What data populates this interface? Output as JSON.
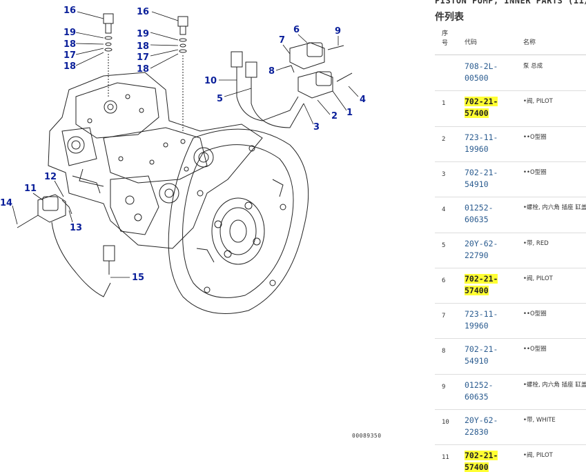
{
  "panel": {
    "title": "PISTON PUMP, INNER PARTS (11/",
    "subtitle": "件列表",
    "headers": {
      "no": "序\n号",
      "code": "代码",
      "name": "名称"
    },
    "rows": [
      {
        "no": "",
        "code_a": "708-2L-",
        "code_b": "00500",
        "name": "泵 总成",
        "highlight": false
      },
      {
        "no": "1",
        "code_a": "702-21-",
        "code_b": "57400",
        "name": "•阀, PILOT",
        "highlight": true
      },
      {
        "no": "2",
        "code_a": "723-11-",
        "code_b": "19960",
        "name": "••O型圈",
        "highlight": false
      },
      {
        "no": "3",
        "code_a": "702-21-",
        "code_b": "54910",
        "name": "••O型圈",
        "highlight": false
      },
      {
        "no": "4",
        "code_a": "01252-",
        "code_b": "60635",
        "name": "•螺栓, 内六角 插座 缸盖",
        "highlight": false
      },
      {
        "no": "5",
        "code_a": "20Y-62-",
        "code_b": "22790",
        "name": "•带, RED",
        "highlight": false
      },
      {
        "no": "6",
        "code_a": "702-21-",
        "code_b": "57400",
        "name": "•阀, PILOT",
        "highlight": true
      },
      {
        "no": "7",
        "code_a": "723-11-",
        "code_b": "19960",
        "name": "••O型圈",
        "highlight": false
      },
      {
        "no": "8",
        "code_a": "702-21-",
        "code_b": "54910",
        "name": "••O型圈",
        "highlight": false
      },
      {
        "no": "9",
        "code_a": "01252-",
        "code_b": "60635",
        "name": "•螺栓, 内六角 插座 缸盖",
        "highlight": false
      },
      {
        "no": "10",
        "code_a": "20Y-62-",
        "code_b": "22830",
        "name": "•带, WHITE",
        "highlight": false
      },
      {
        "no": "11",
        "code_a": "702-21-",
        "code_b": "57400",
        "name": "•阀, PILOT",
        "highlight": true
      }
    ]
  },
  "diagram": {
    "drawing_code": "00089350",
    "callouts": [
      {
        "id": "c16a",
        "text": "16"
      },
      {
        "id": "c16b",
        "text": "16"
      },
      {
        "id": "c19a",
        "text": "19"
      },
      {
        "id": "c19b",
        "text": "19"
      },
      {
        "id": "c18a",
        "text": "18"
      },
      {
        "id": "c18b",
        "text": "18"
      },
      {
        "id": "c17a",
        "text": "17"
      },
      {
        "id": "c17b",
        "text": "17"
      },
      {
        "id": "c18c",
        "text": "18"
      },
      {
        "id": "c18d",
        "text": "18"
      },
      {
        "id": "c7",
        "text": "7"
      },
      {
        "id": "c6",
        "text": "6"
      },
      {
        "id": "c9",
        "text": "9"
      },
      {
        "id": "c8",
        "text": "8"
      },
      {
        "id": "c10",
        "text": "10"
      },
      {
        "id": "c5",
        "text": "5"
      },
      {
        "id": "c4",
        "text": "4"
      },
      {
        "id": "c1",
        "text": "1"
      },
      {
        "id": "c2",
        "text": "2"
      },
      {
        "id": "c3",
        "text": "3"
      },
      {
        "id": "c12",
        "text": "12"
      },
      {
        "id": "c11",
        "text": "11"
      },
      {
        "id": "c14",
        "text": "14"
      },
      {
        "id": "c13",
        "text": "13"
      },
      {
        "id": "c15",
        "text": "15"
      }
    ]
  },
  "colors": {
    "callout": "#0a1f9a",
    "highlight": "#ffff33",
    "code_link": "#2a5b8f"
  }
}
